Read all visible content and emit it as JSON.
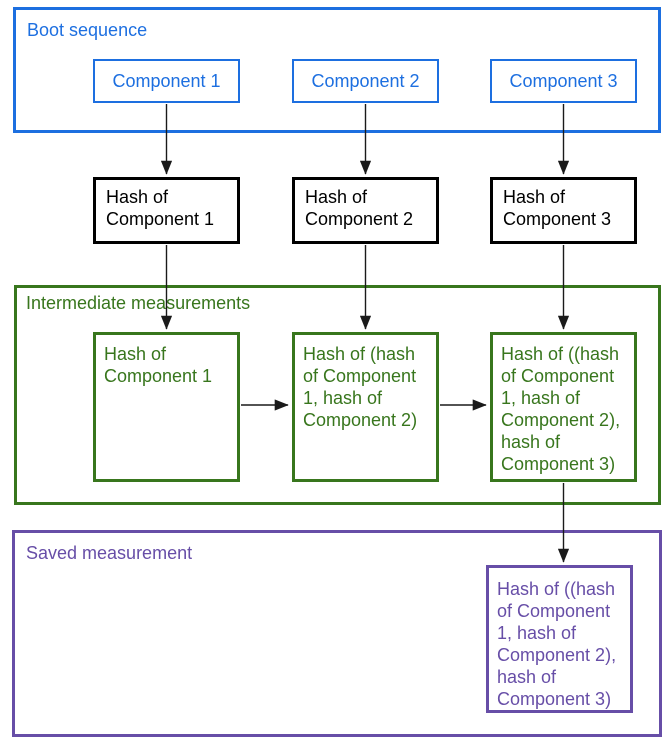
{
  "diagram": {
    "boot": {
      "label": "Boot sequence",
      "components": [
        "Component 1",
        "Component 2",
        "Component 3"
      ]
    },
    "hash_boxes": [
      "Hash of Component 1",
      "Hash of Component 2",
      "Hash of Component 3"
    ],
    "intermediate": {
      "label": "Intermediate measurements",
      "measurements": [
        "Hash of Component 1",
        "Hash of (hash of Component 1, hash of Component 2)",
        "Hash of ((hash of Component 1, hash of Component 2), hash of Component 3)"
      ]
    },
    "saved": {
      "label": "Saved measurement",
      "measurement": "Hash of ((hash of Component 1, hash of Component 2), hash of Component 3)"
    }
  },
  "colors": {
    "blue": "#1d6fe0",
    "green": "#38761d",
    "purple": "#674ea7",
    "hash_box_black": "#000000",
    "arrow": "#1a1a1a",
    "background": "#ffffff"
  }
}
